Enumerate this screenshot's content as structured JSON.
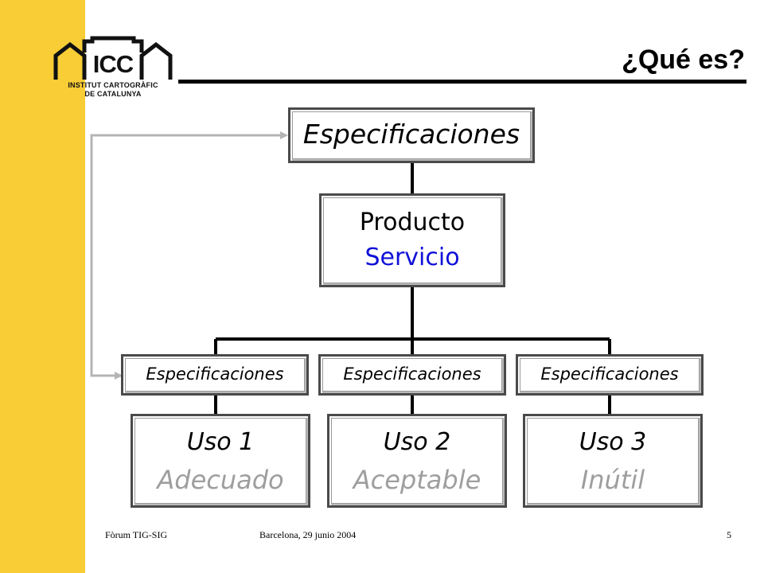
{
  "logo": {
    "mark": "ICC",
    "line1": "INSTITUT CARTOGRÀFIC",
    "line2": "DE CATALUNYA"
  },
  "title": "¿Qué es?",
  "diagram": {
    "top_spec": "Especificaciones",
    "product": {
      "line1": "Producto",
      "line2": "Servicio"
    },
    "branches": [
      {
        "spec": "Especificaciones",
        "use": "Uso 1",
        "rating": "Adecuado"
      },
      {
        "spec": "Especificaciones",
        "use": "Uso 2",
        "rating": "Aceptable"
      },
      {
        "spec": "Especificaciones",
        "use": "Uso 3",
        "rating": "Inútil"
      }
    ]
  },
  "footer": {
    "event": "Fòrum TIG-SIG",
    "place_date": "Barcelona, 29 junio 2004",
    "page": "5"
  },
  "colors": {
    "sidebar": "#f8cd36",
    "servicio": "#1010d8",
    "rating": "#9e9e9e",
    "feedback_arrow": "#b4b4b4"
  }
}
